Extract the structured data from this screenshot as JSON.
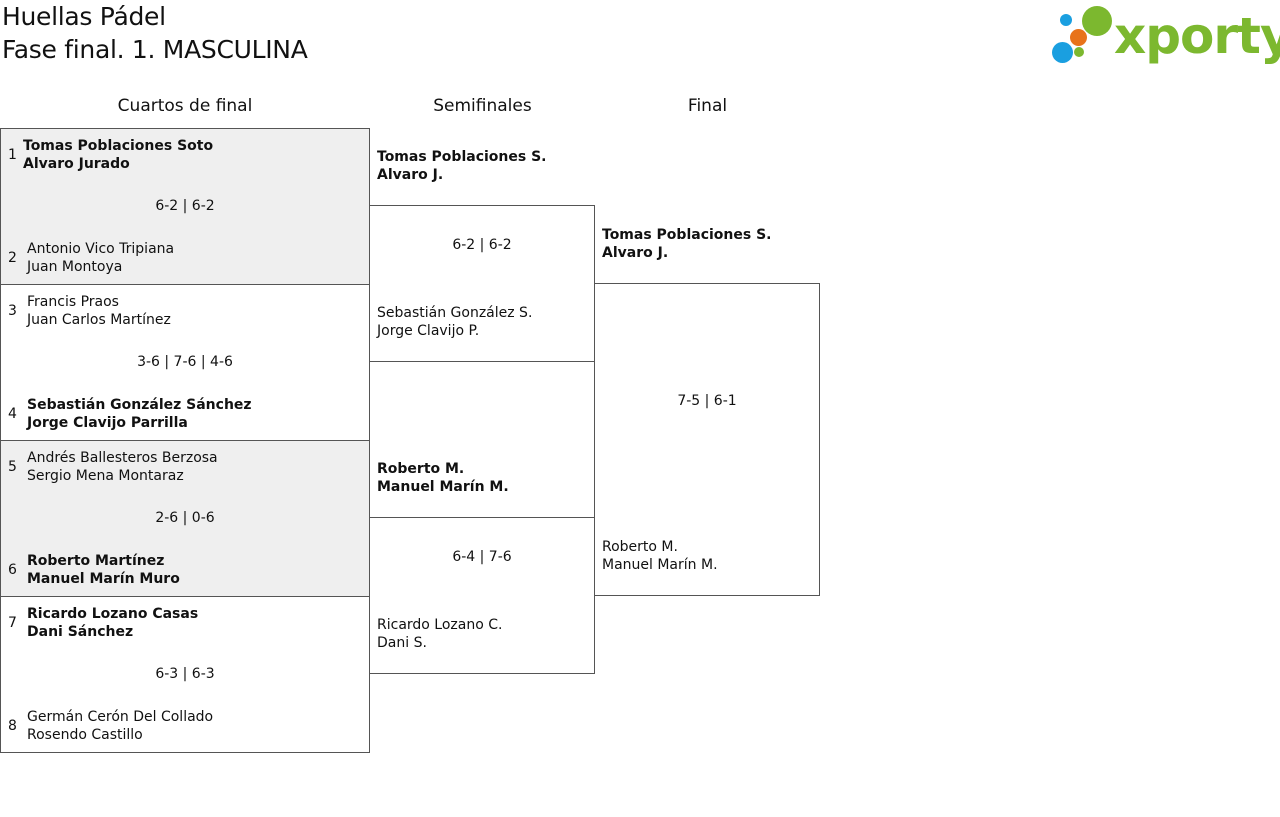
{
  "header": {
    "title": "Huellas Pádel",
    "subtitle": "Fase final. 1. MASCULINA"
  },
  "logo": {
    "text": "xporty",
    "colors": {
      "green": "#7cb82f",
      "blue": "#1a9fe0",
      "orange": "#e8731a"
    }
  },
  "rounds": [
    "Cuartos de final",
    "Semifinales",
    "Final"
  ],
  "quarterfinals": [
    {
      "score": "6-2 | 6-2",
      "top": {
        "seed": "1",
        "line1": "Tomas Poblaciones Soto",
        "line2": "Alvaro Jurado",
        "winner": true
      },
      "bottom": {
        "seed": "2",
        "line1": "Antonio Vico Tripiana",
        "line2": "Juan Montoya",
        "winner": false
      }
    },
    {
      "score": "3-6 | 7-6 | 4-6",
      "top": {
        "seed": "3",
        "line1": "Francis Praos",
        "line2": "Juan Carlos Martínez",
        "winner": false
      },
      "bottom": {
        "seed": "4",
        "line1": "Sebastián González Sánchez",
        "line2": "Jorge Clavijo Parrilla",
        "winner": true
      }
    },
    {
      "score": "2-6 | 0-6",
      "top": {
        "seed": "5",
        "line1": "Andrés Ballesteros Berzosa",
        "line2": "Sergio Mena Montaraz",
        "winner": false
      },
      "bottom": {
        "seed": "6",
        "line1": "Roberto Martínez",
        "line2": "Manuel Marín Muro",
        "winner": true
      }
    },
    {
      "score": "6-3 | 6-3",
      "top": {
        "seed": "7",
        "line1": "Ricardo Lozano Casas",
        "line2": "Dani Sánchez",
        "winner": true
      },
      "bottom": {
        "seed": "8",
        "line1": "Germán Cerón Del Collado",
        "line2": "Rosendo Castillo",
        "winner": false
      }
    }
  ],
  "semifinals": [
    {
      "score": "6-2 | 6-2",
      "top": {
        "line1": "Tomas Poblaciones S.",
        "line2": "Alvaro J.",
        "winner": true
      },
      "bottom": {
        "line1": "Sebastián González S.",
        "line2": "Jorge Clavijo P.",
        "winner": false
      }
    },
    {
      "score": "6-4 | 7-6",
      "top": {
        "line1": "Roberto M.",
        "line2": "Manuel Marín M.",
        "winner": true
      },
      "bottom": {
        "line1": "Ricardo Lozano C.",
        "line2": "Dani S.",
        "winner": false
      }
    }
  ],
  "final": {
    "score": "7-5 | 6-1",
    "top": {
      "line1": "Tomas Poblaciones S.",
      "line2": "Alvaro J.",
      "winner": true
    },
    "bottom": {
      "line1": "Roberto M.",
      "line2": "Manuel Marín M.",
      "winner": false
    }
  }
}
